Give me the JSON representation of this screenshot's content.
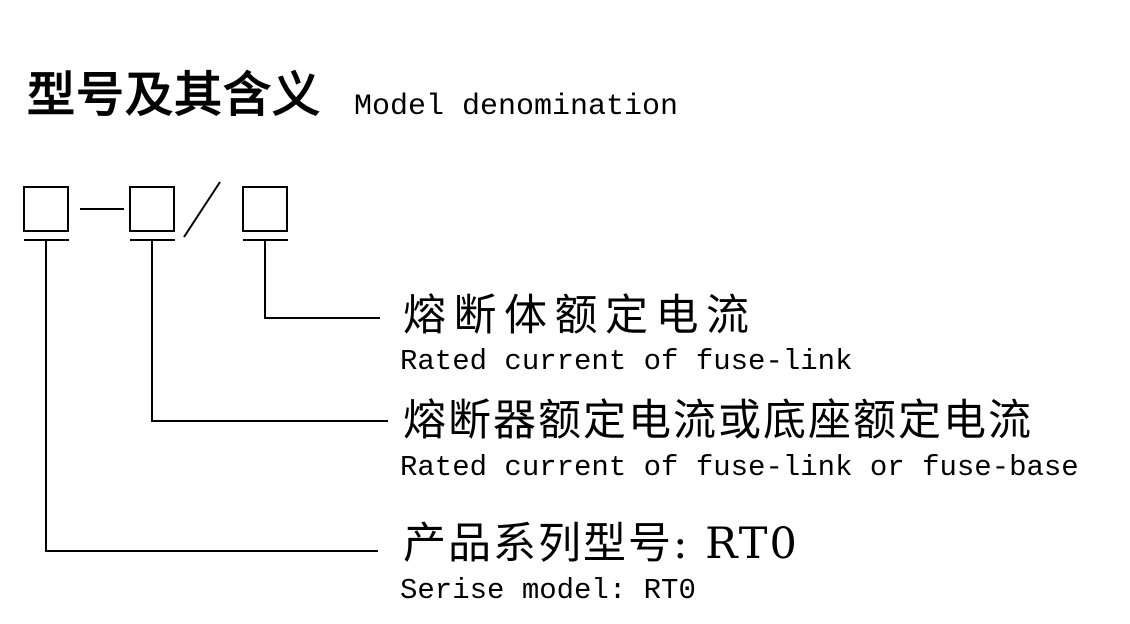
{
  "page": {
    "background_color": "#ffffff",
    "ink_color": "#000000"
  },
  "header": {
    "title_cn": "型号及其含义",
    "title_en": "Model denomination"
  },
  "diagram": {
    "code_pattern": "□ — □ / □",
    "labels": [
      {
        "cn": "熔断体额定电流",
        "en": "Rated current of fuse-link"
      },
      {
        "cn": "熔断器额定电流或底座额定电流",
        "en": "Rated current of fuse-link or fuse-base"
      },
      {
        "cn": "产品系列型号: RT0",
        "en": "Serise model: RT0"
      }
    ]
  }
}
